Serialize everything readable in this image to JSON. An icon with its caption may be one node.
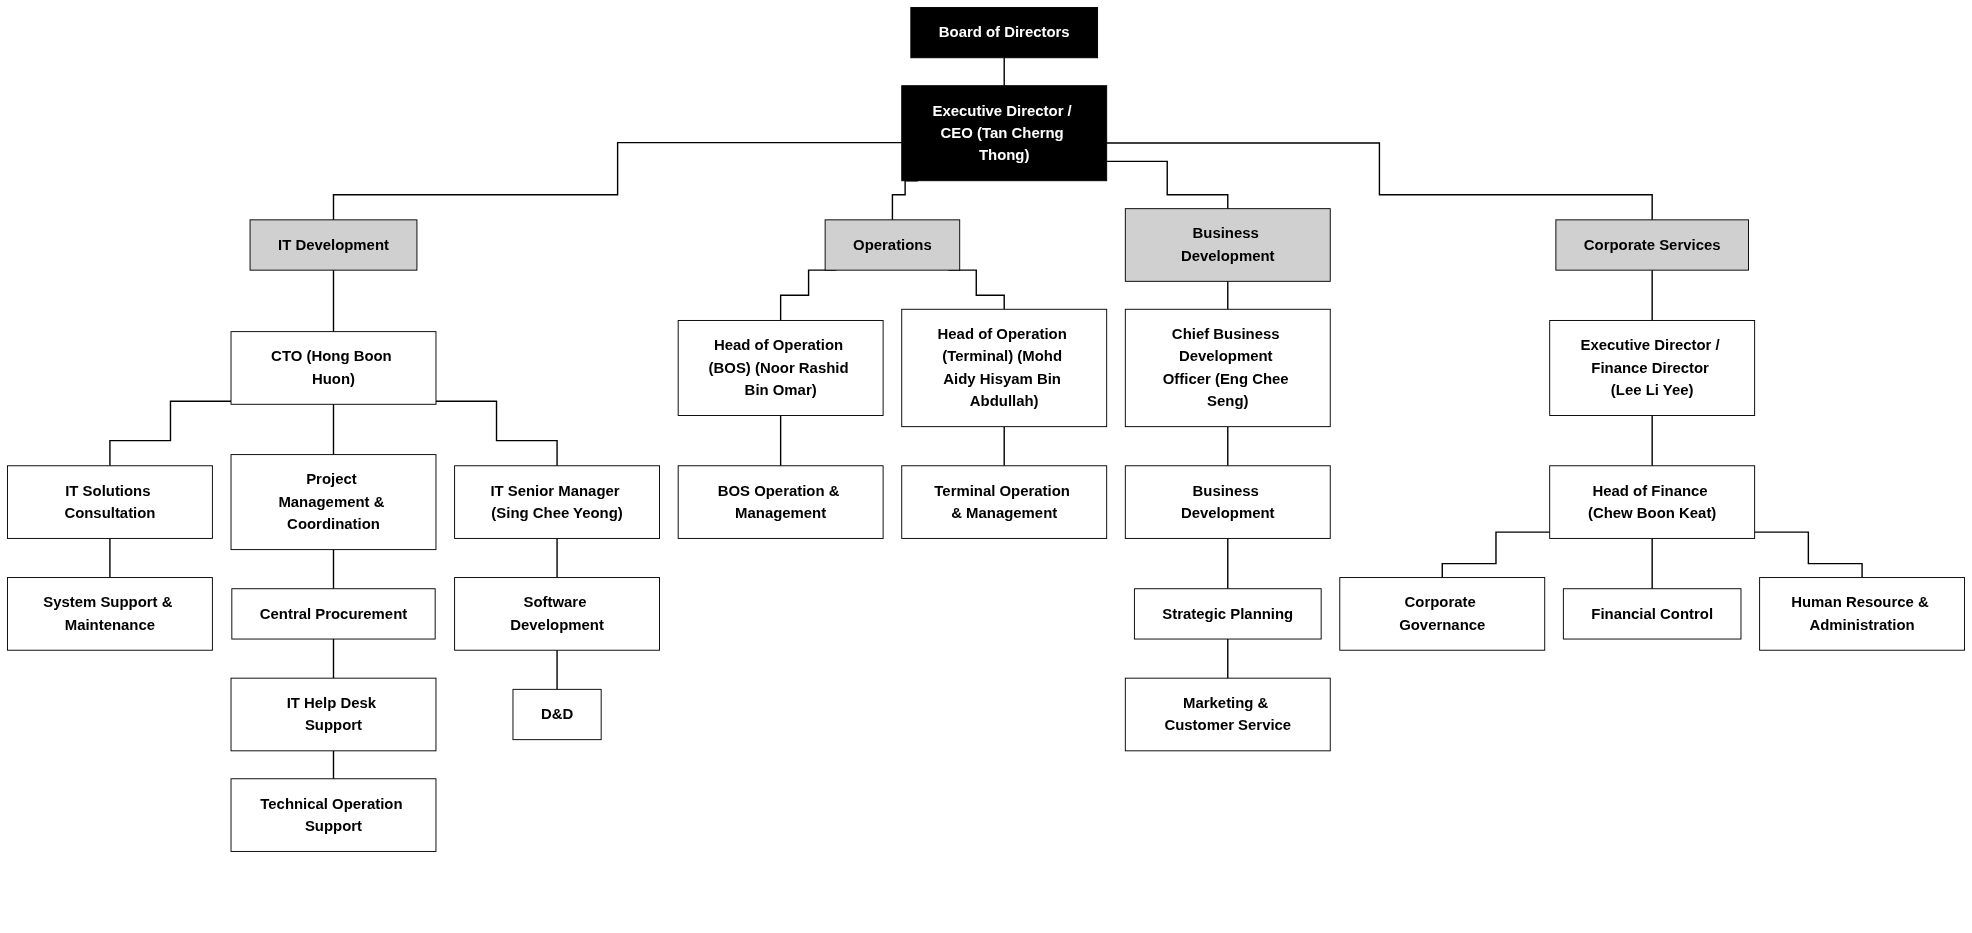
{
  "diagram": {
    "nodes": [
      {
        "text": [
          "Board of Directors"
        ]
      },
      {
        "text": [
          "Executive Director / CEO (Tan Cherng Thong)"
        ]
      },
      {
        "text": [
          "IT Development"
        ]
      },
      {
        "text": [
          "Operations"
        ]
      },
      {
        "text": [
          "Business Development"
        ]
      },
      {
        "text": [
          "Corporate Services"
        ]
      },
      {
        "text": [
          "CTO (Hong Boon Huon)"
        ]
      },
      {
        "text": [
          "IT Solutions Consultation"
        ]
      },
      {
        "text": [
          "Project Management & Coordination"
        ]
      },
      {
        "text": [
          "IT Senior Manager (Sing Chee Yeong)"
        ]
      },
      {
        "text": [
          "System Support & Maintenance"
        ]
      },
      {
        "text": [
          "Central Procurement"
        ]
      },
      {
        "text": [
          "IT Help Desk Support"
        ]
      },
      {
        "text": [
          "Technical Operation Support"
        ]
      },
      {
        "text": [
          "Software Development"
        ]
      },
      {
        "text": [
          "D&D"
        ]
      },
      {
        "text": [
          "Head of Operation (BOS) (Noor Rashid Bin Omar)"
        ]
      },
      {
        "text": [
          "Head of Operation (Terminal) (Mohd Aidy Hisyam Bin Abdullah)"
        ]
      },
      {
        "text": [
          "BOS Operation & Management"
        ]
      },
      {
        "text": [
          "Terminal Operation & Management"
        ]
      },
      {
        "text": [
          "Chief Business Development Officer (Eng Chee Seng)"
        ]
      },
      {
        "text": [
          "Business Development"
        ]
      },
      {
        "text": [
          "Strategic Planning"
        ]
      },
      {
        "text": [
          "Marketing & Customer Service"
        ]
      },
      {
        "text": [
          "Executive Director / Finance Director (Lee Li Yee)"
        ]
      },
      {
        "text": [
          "Head of Finance (Chew Boon Keat)"
        ]
      },
      {
        "text": [
          "Corporate Governance"
        ]
      },
      {
        "text": [
          "Financial Control"
        ]
      },
      {
        "text": [
          "Human Resource & Administration"
        ]
      }
    ],
    "edges": [
      {
        "from": 0,
        "to": 1,
        "arrow": "none"
      },
      {
        "from": 1,
        "to": 2,
        "arrow": "none"
      },
      {
        "from": 1,
        "to": 3,
        "arrow": "none"
      },
      {
        "from": 1,
        "to": 4,
        "arrow": "none"
      },
      {
        "from": 1,
        "to": 5,
        "arrow": "none"
      },
      {
        "from": 2,
        "to": 6,
        "arrow": "none"
      },
      {
        "from": 6,
        "to": 7,
        "arrow": "none"
      },
      {
        "from": 6,
        "to": 8,
        "arrow": "none"
      },
      {
        "from": 6,
        "to": 9,
        "arrow": "none"
      },
      {
        "from": 7,
        "to": 10,
        "arrow": "none"
      },
      {
        "from": 8,
        "to": 11,
        "arrow": "none"
      },
      {
        "from": 11,
        "to": 12,
        "arrow": "none"
      },
      {
        "from": 12,
        "to": 13,
        "arrow": "none"
      },
      {
        "from": 9,
        "to": 14,
        "arrow": "none"
      },
      {
        "from": 14,
        "to": 15,
        "arrow": "none"
      },
      {
        "from": 3,
        "to": 16,
        "arrow": "none"
      },
      {
        "from": 3,
        "to": 17,
        "arrow": "none"
      },
      {
        "from": 16,
        "to": 18,
        "arrow": "none"
      },
      {
        "from": 17,
        "to": 19,
        "arrow": "none"
      },
      {
        "from": 4,
        "to": 20,
        "arrow": "none"
      },
      {
        "from": 20,
        "to": 21,
        "arrow": "none"
      },
      {
        "from": 21,
        "to": 22,
        "arrow": "none"
      },
      {
        "from": 22,
        "to": 23,
        "arrow": "none"
      },
      {
        "from": 5,
        "to": 24,
        "arrow": "none"
      },
      {
        "from": 24,
        "to": 25,
        "arrow": "none"
      },
      {
        "from": 25,
        "to": 26,
        "arrow": "none"
      },
      {
        "from": 25,
        "to": 27,
        "arrow": "none"
      },
      {
        "from": 25,
        "to": 28,
        "arrow": "none"
      }
    ]
  }
}
